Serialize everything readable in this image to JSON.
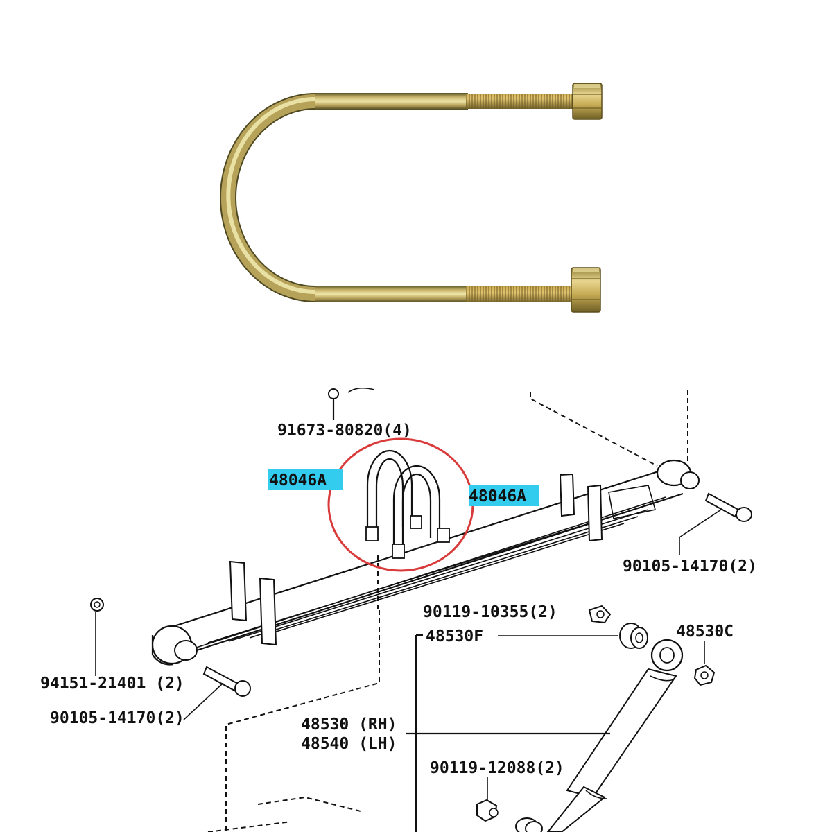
{
  "photo": {
    "subject": "u-bolt-with-nuts",
    "colors": {
      "metal_light": "#e6dd9c",
      "metal_mid": "#c9b266",
      "metal_dark": "#7a6a2e",
      "metal_shadow": "#4f4a22"
    }
  },
  "diagram": {
    "highlight_color": "#33ccee",
    "circle_color": "#d93a3a",
    "labels": {
      "bolt_top": "91673-80820(4)",
      "ubolt_left": "48046A",
      "ubolt_right": "48046A",
      "bolt_right": "90105-14170(2)",
      "nut_shock": "90119-10355(2)",
      "shock_f": "48530F",
      "shock_c": "48530C",
      "bushing_left": "94151-21401 (2)",
      "bolt_left": "90105-14170(2)",
      "shock_rh": "48530 (RH)",
      "shock_lh": "48540 (LH)",
      "bolt_bottom": "90119-12088(2)"
    }
  }
}
